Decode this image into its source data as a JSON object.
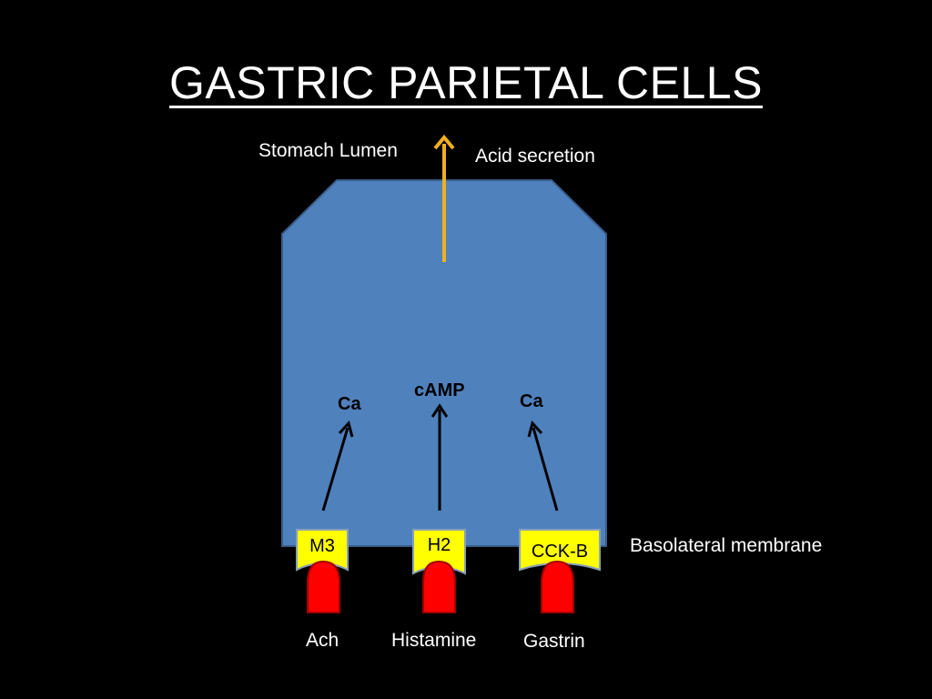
{
  "title": "GASTRIC PARIETAL CELLS",
  "lumen_label": "Stomach Lumen",
  "acid_label": "Acid secretion",
  "basolateral_label": "Basolateral membrane",
  "second_messengers": {
    "left": "Ca",
    "center": "cAMP",
    "right": "Ca"
  },
  "receptors": [
    {
      "label": "M3",
      "ligand": "Ach"
    },
    {
      "label": "H2",
      "ligand": "Histamine"
    },
    {
      "label": "CCK-B",
      "ligand": "Gastrin"
    }
  ],
  "colors": {
    "background": "#000000",
    "cell_fill": "#4f81bd",
    "cell_stroke": "#385d8a",
    "acid_arrow": "#f0b020",
    "receptor_fill": "#ffff00",
    "receptor_stroke": "#8aa0b8",
    "ligand_fill": "#ff0000",
    "ligand_stroke": "#a00000"
  }
}
